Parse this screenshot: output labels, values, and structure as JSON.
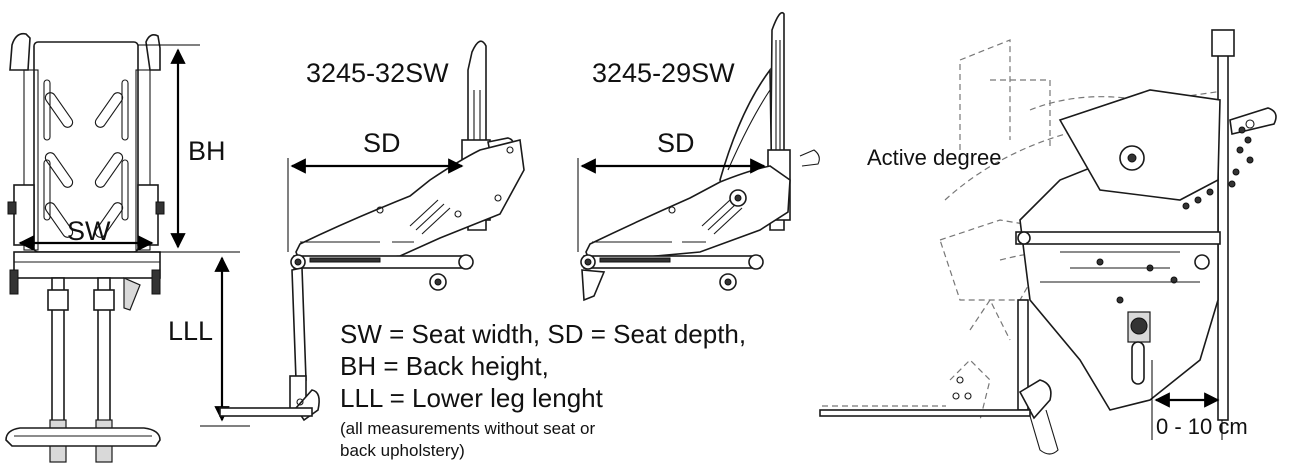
{
  "labels": {
    "bh": "BH",
    "sw": "SW",
    "lll": "LLL",
    "sd_left": "SD",
    "sd_right": "SD",
    "model_32": "3245-32SW",
    "model_29": "3245-29SW",
    "active_degree": "Active degree",
    "range": "0 - 10 cm"
  },
  "legend": {
    "line1": "SW = Seat width, SD = Seat depth,",
    "line2": "BH = Back height,",
    "line3": "LLL = Lower leg lenght",
    "note1": "(all measurements without seat or",
    "note2": "back upholstery)"
  }
}
